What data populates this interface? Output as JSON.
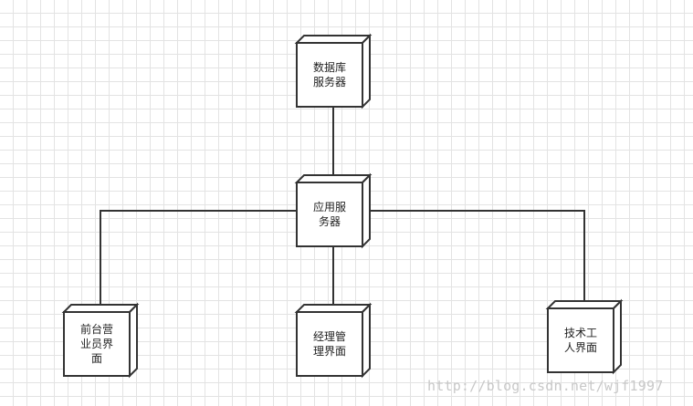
{
  "nodes": {
    "db_server": "数据库\n服务器",
    "app_server": "应用服\n务器",
    "front_desk": "前台营\n业员界\n面",
    "manager": "经理管\n理界面",
    "technician": "技术工\n人界面"
  },
  "watermark": "http://blog.csdn.net/wjf1997"
}
